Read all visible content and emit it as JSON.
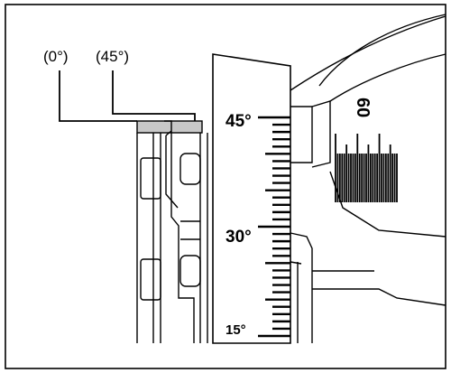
{
  "callouts": {
    "zero_deg": "(0°)",
    "forty_five_deg": "(45°)"
  },
  "bevel_scale": {
    "label_45": "45°",
    "label_30": "30°",
    "label_15": "15°"
  },
  "angle_wheel": {
    "label_60": "60"
  },
  "colors": {
    "stroke": "#000000",
    "shoe_plate": "#c8c8c8",
    "background": "#ffffff"
  }
}
